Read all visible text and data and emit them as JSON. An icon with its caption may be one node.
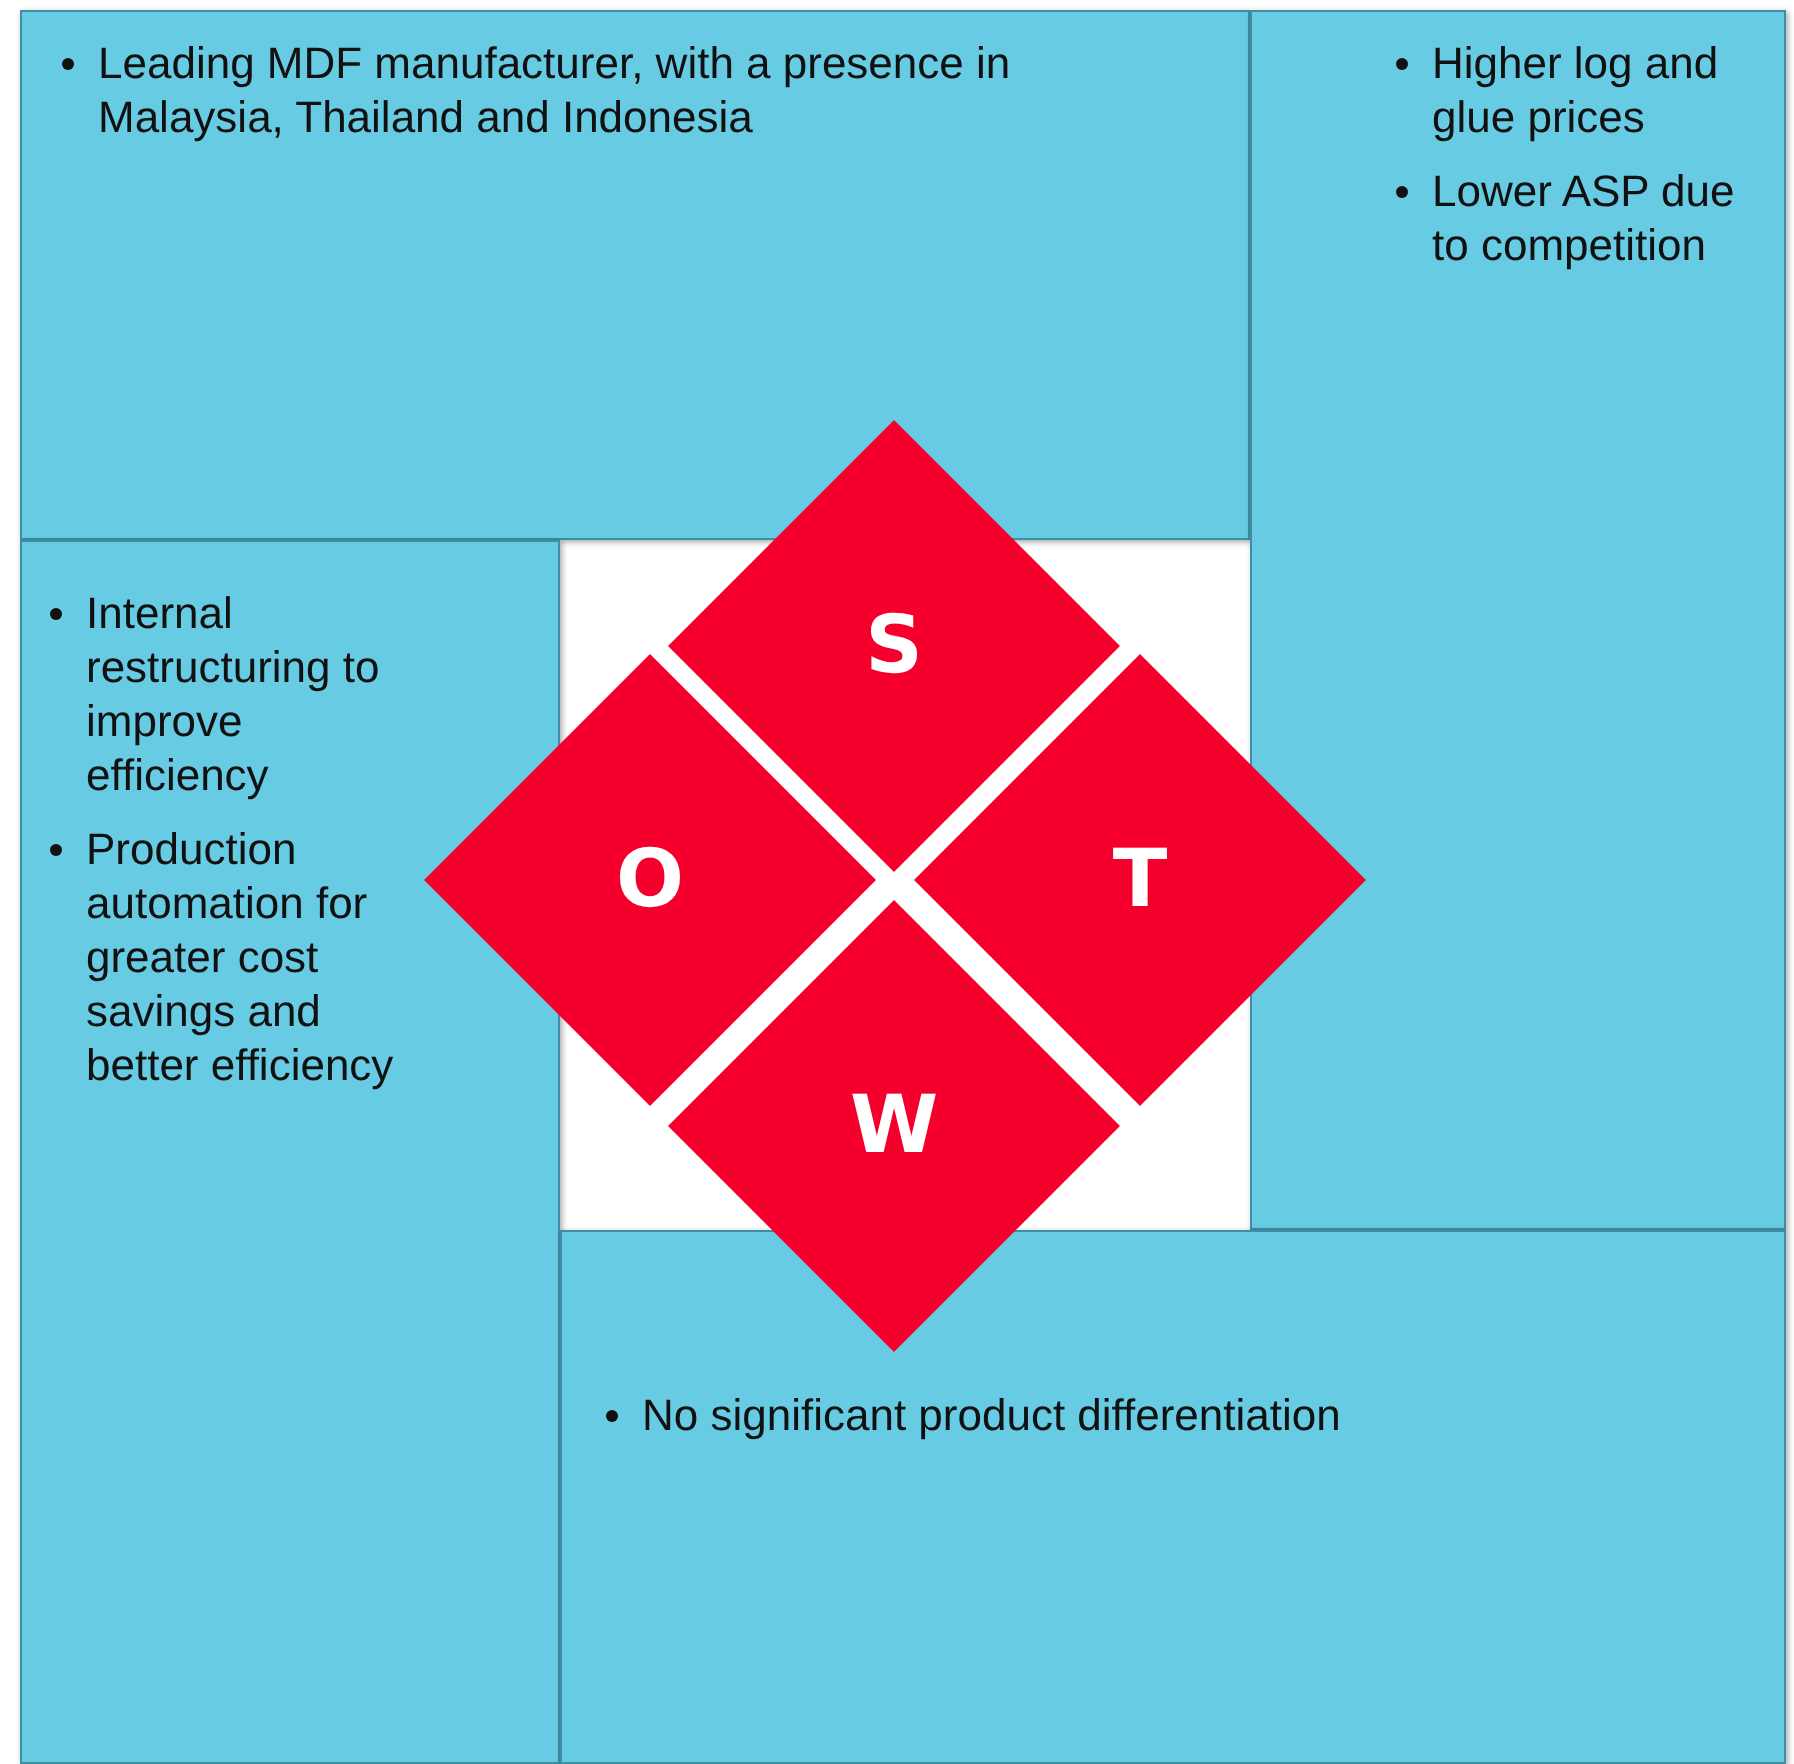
{
  "diagram": {
    "nodes": [
      {
        "text": [
          "Leading MDF manufacturer, with a presence in Malaysia, Thailand and Indonesia"
        ]
      },
      {
        "text": [
          "Higher log and glue prices",
          "Lower ASP due to competition"
        ]
      },
      {
        "text": [
          "S"
        ]
      },
      {
        "text": [
          "Internal restructuring to improve efficiency",
          "Production automation for greater cost savings and better efficiency"
        ]
      },
      {
        "text": [
          "O"
        ]
      },
      {
        "text": [
          "T"
        ]
      },
      {
        "text": [
          "W"
        ]
      },
      {
        "text": [
          "No significant product differentiation"
        ]
      }
    ]
  }
}
